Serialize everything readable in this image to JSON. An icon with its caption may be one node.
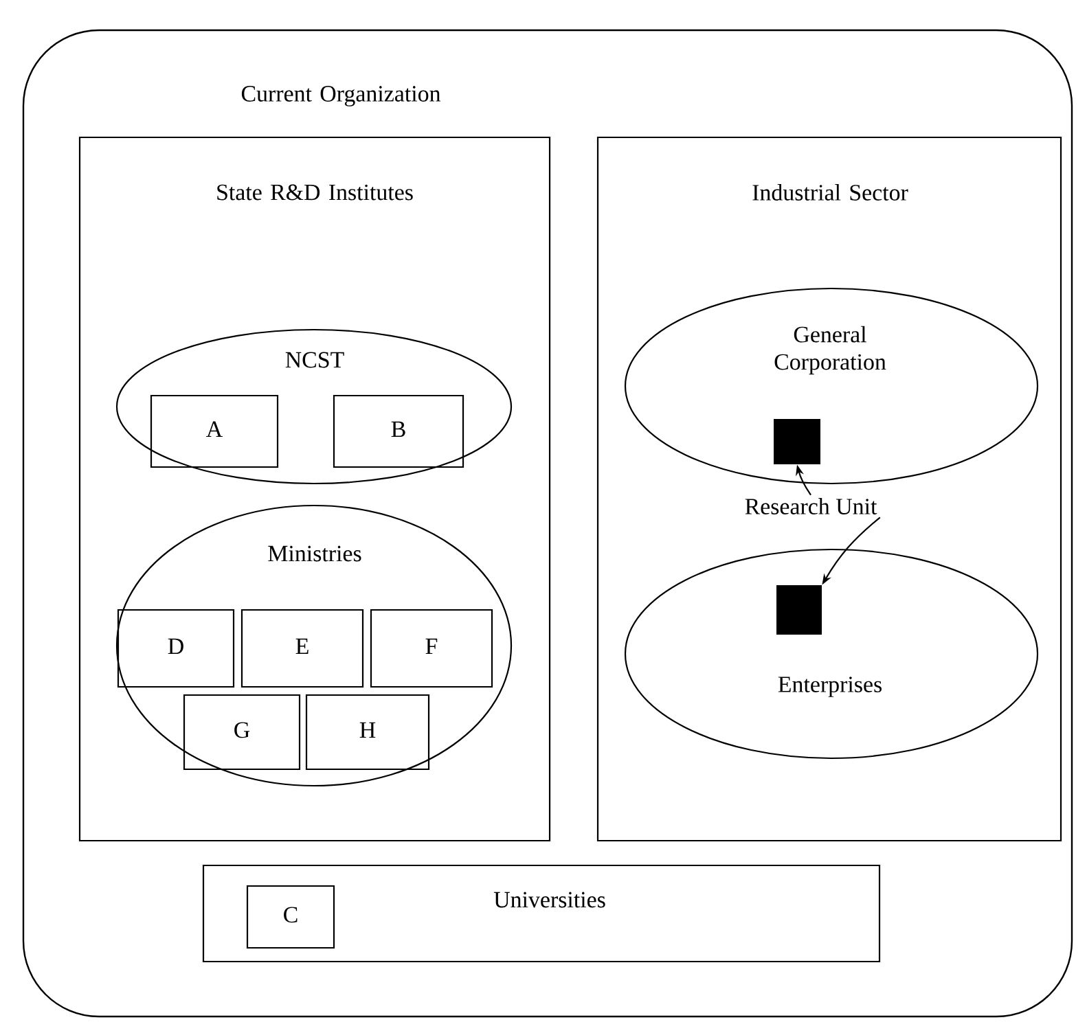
{
  "diagram": {
    "nodes": [
      {
        "text": [
          "Current Organization"
        ]
      },
      {
        "text": [
          "State R&D Institutes"
        ],
        "in": 0
      },
      {
        "text": [
          "NCST"
        ],
        "in": 1
      },
      {
        "text": [
          "A"
        ],
        "in": 2
      },
      {
        "text": [
          "B"
        ],
        "in": 2
      },
      {
        "text": [
          "Ministries"
        ],
        "in": 1
      },
      {
        "text": [
          "D"
        ],
        "in": 5
      },
      {
        "text": [
          "E"
        ],
        "in": 5
      },
      {
        "text": [
          "F"
        ],
        "in": 5
      },
      {
        "text": [
          "G"
        ],
        "in": 5
      },
      {
        "text": [
          "H"
        ],
        "in": 5
      },
      {
        "text": [
          "Industrial Sector"
        ],
        "in": 0
      },
      {
        "text": [
          "General Corporation"
        ],
        "in": 11
      },
      {
        "text": [],
        "shape": "box",
        "in": 12
      },
      {
        "text": [
          "Research Unit"
        ],
        "in": 11
      },
      {
        "text": [
          "Enterprises"
        ],
        "in": 11
      },
      {
        "text": [],
        "shape": "box",
        "in": 15
      },
      {
        "text": [
          "Universities"
        ],
        "in": 0
      },
      {
        "text": [
          "C"
        ],
        "in": 17
      }
    ],
    "edges": [
      {
        "from": 14,
        "to": 13,
        "arrow": "to"
      },
      {
        "from": 14,
        "to": 16,
        "arrow": "to"
      }
    ]
  }
}
